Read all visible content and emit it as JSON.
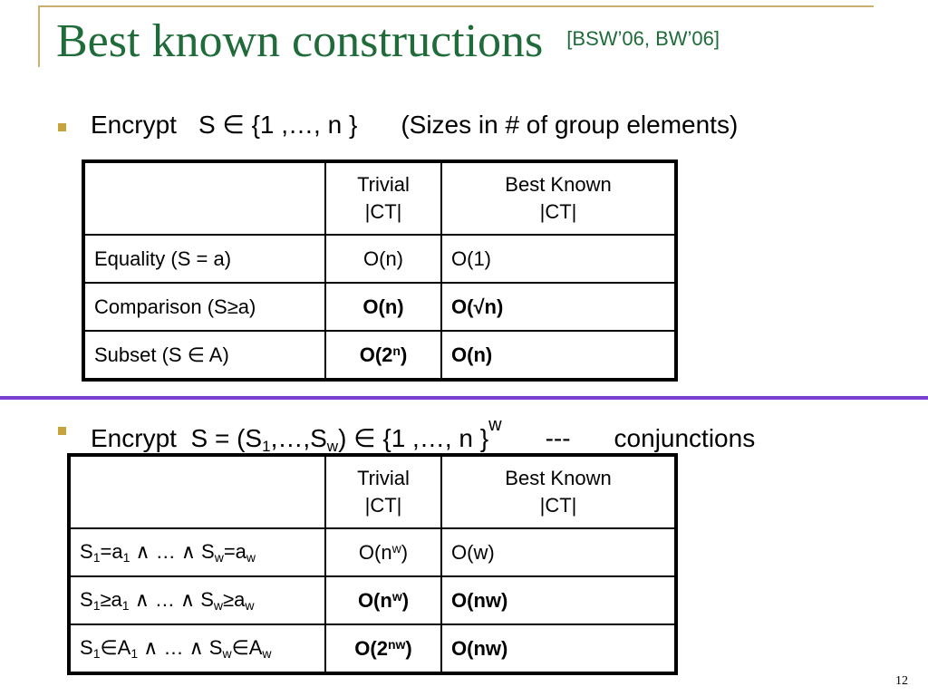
{
  "slide": {
    "title": "Best known constructions",
    "title_ref": "[BSW’06, BW’06]",
    "page_number": "12"
  },
  "bullet1": {
    "lead": "Encrypt",
    "set_expr": "S ∈ {1 ,…, n }",
    "note": "(Sizes in # of group elements)"
  },
  "table1": {
    "headers": [
      "",
      "Trivial |CT|",
      "Best Known |CT|"
    ],
    "header_lines": [
      [
        "",
        ""
      ],
      [
        "Trivial",
        "|CT|"
      ],
      [
        "Best Known",
        "|CT|"
      ]
    ],
    "rows": [
      {
        "label": "Equality  (S = a)",
        "trivial": "O(n)",
        "best": "O(1)"
      },
      {
        "label": "Comparison (S≥a)",
        "trivial": "O(n)",
        "best": "O(√n)"
      },
      {
        "label_pre": "Subset  (S ",
        "label_op": "∈",
        "label_post": " A)",
        "trivial_base": "O(2",
        "trivial_exp": "n",
        "trivial_close": ")",
        "best": "O(n)"
      }
    ]
  },
  "bullet2": {
    "lead": "Encrypt",
    "expr_pre": "S = (S",
    "sub1": "1",
    "expr_mid": ",…,S",
    "subw": "w",
    "expr_post": ") ∈ {1 ,…, n }",
    "exp": "w",
    "dashes": "---",
    "note": "conjunctions"
  },
  "table2": {
    "header_lines": [
      [
        "",
        ""
      ],
      [
        "Trivial",
        "|CT|"
      ],
      [
        "Best Known",
        "|CT|"
      ]
    ],
    "rows": [
      {
        "parts": [
          "S",
          "1",
          "=a",
          "1",
          " ∧ … ∧ S",
          "w",
          "=a",
          "w"
        ],
        "trivial_base": "O(n",
        "trivial_exp": "w",
        "trivial_close": ")",
        "best": "O(w)"
      },
      {
        "parts": [
          "S",
          "1",
          "≥a",
          "1",
          " ∧ … ∧ S",
          "w",
          "≥a",
          "w"
        ],
        "trivial_base": "O(n",
        "trivial_exp": "w",
        "trivial_close": ")",
        "best": "O(nw)"
      },
      {
        "parts": [
          "S",
          "1",
          "∈A",
          "1",
          " ∧ … ∧ S",
          "w",
          "∈A",
          "w"
        ],
        "trivial_base": "O(2",
        "trivial_exp": "nw",
        "trivial_close": ")",
        "best": "O(nw)"
      }
    ]
  },
  "colors": {
    "title": "#1f6b3a",
    "bullet_mark": "#c8a23c",
    "divider": "#7b3fd0",
    "frame": "#c8b070"
  }
}
